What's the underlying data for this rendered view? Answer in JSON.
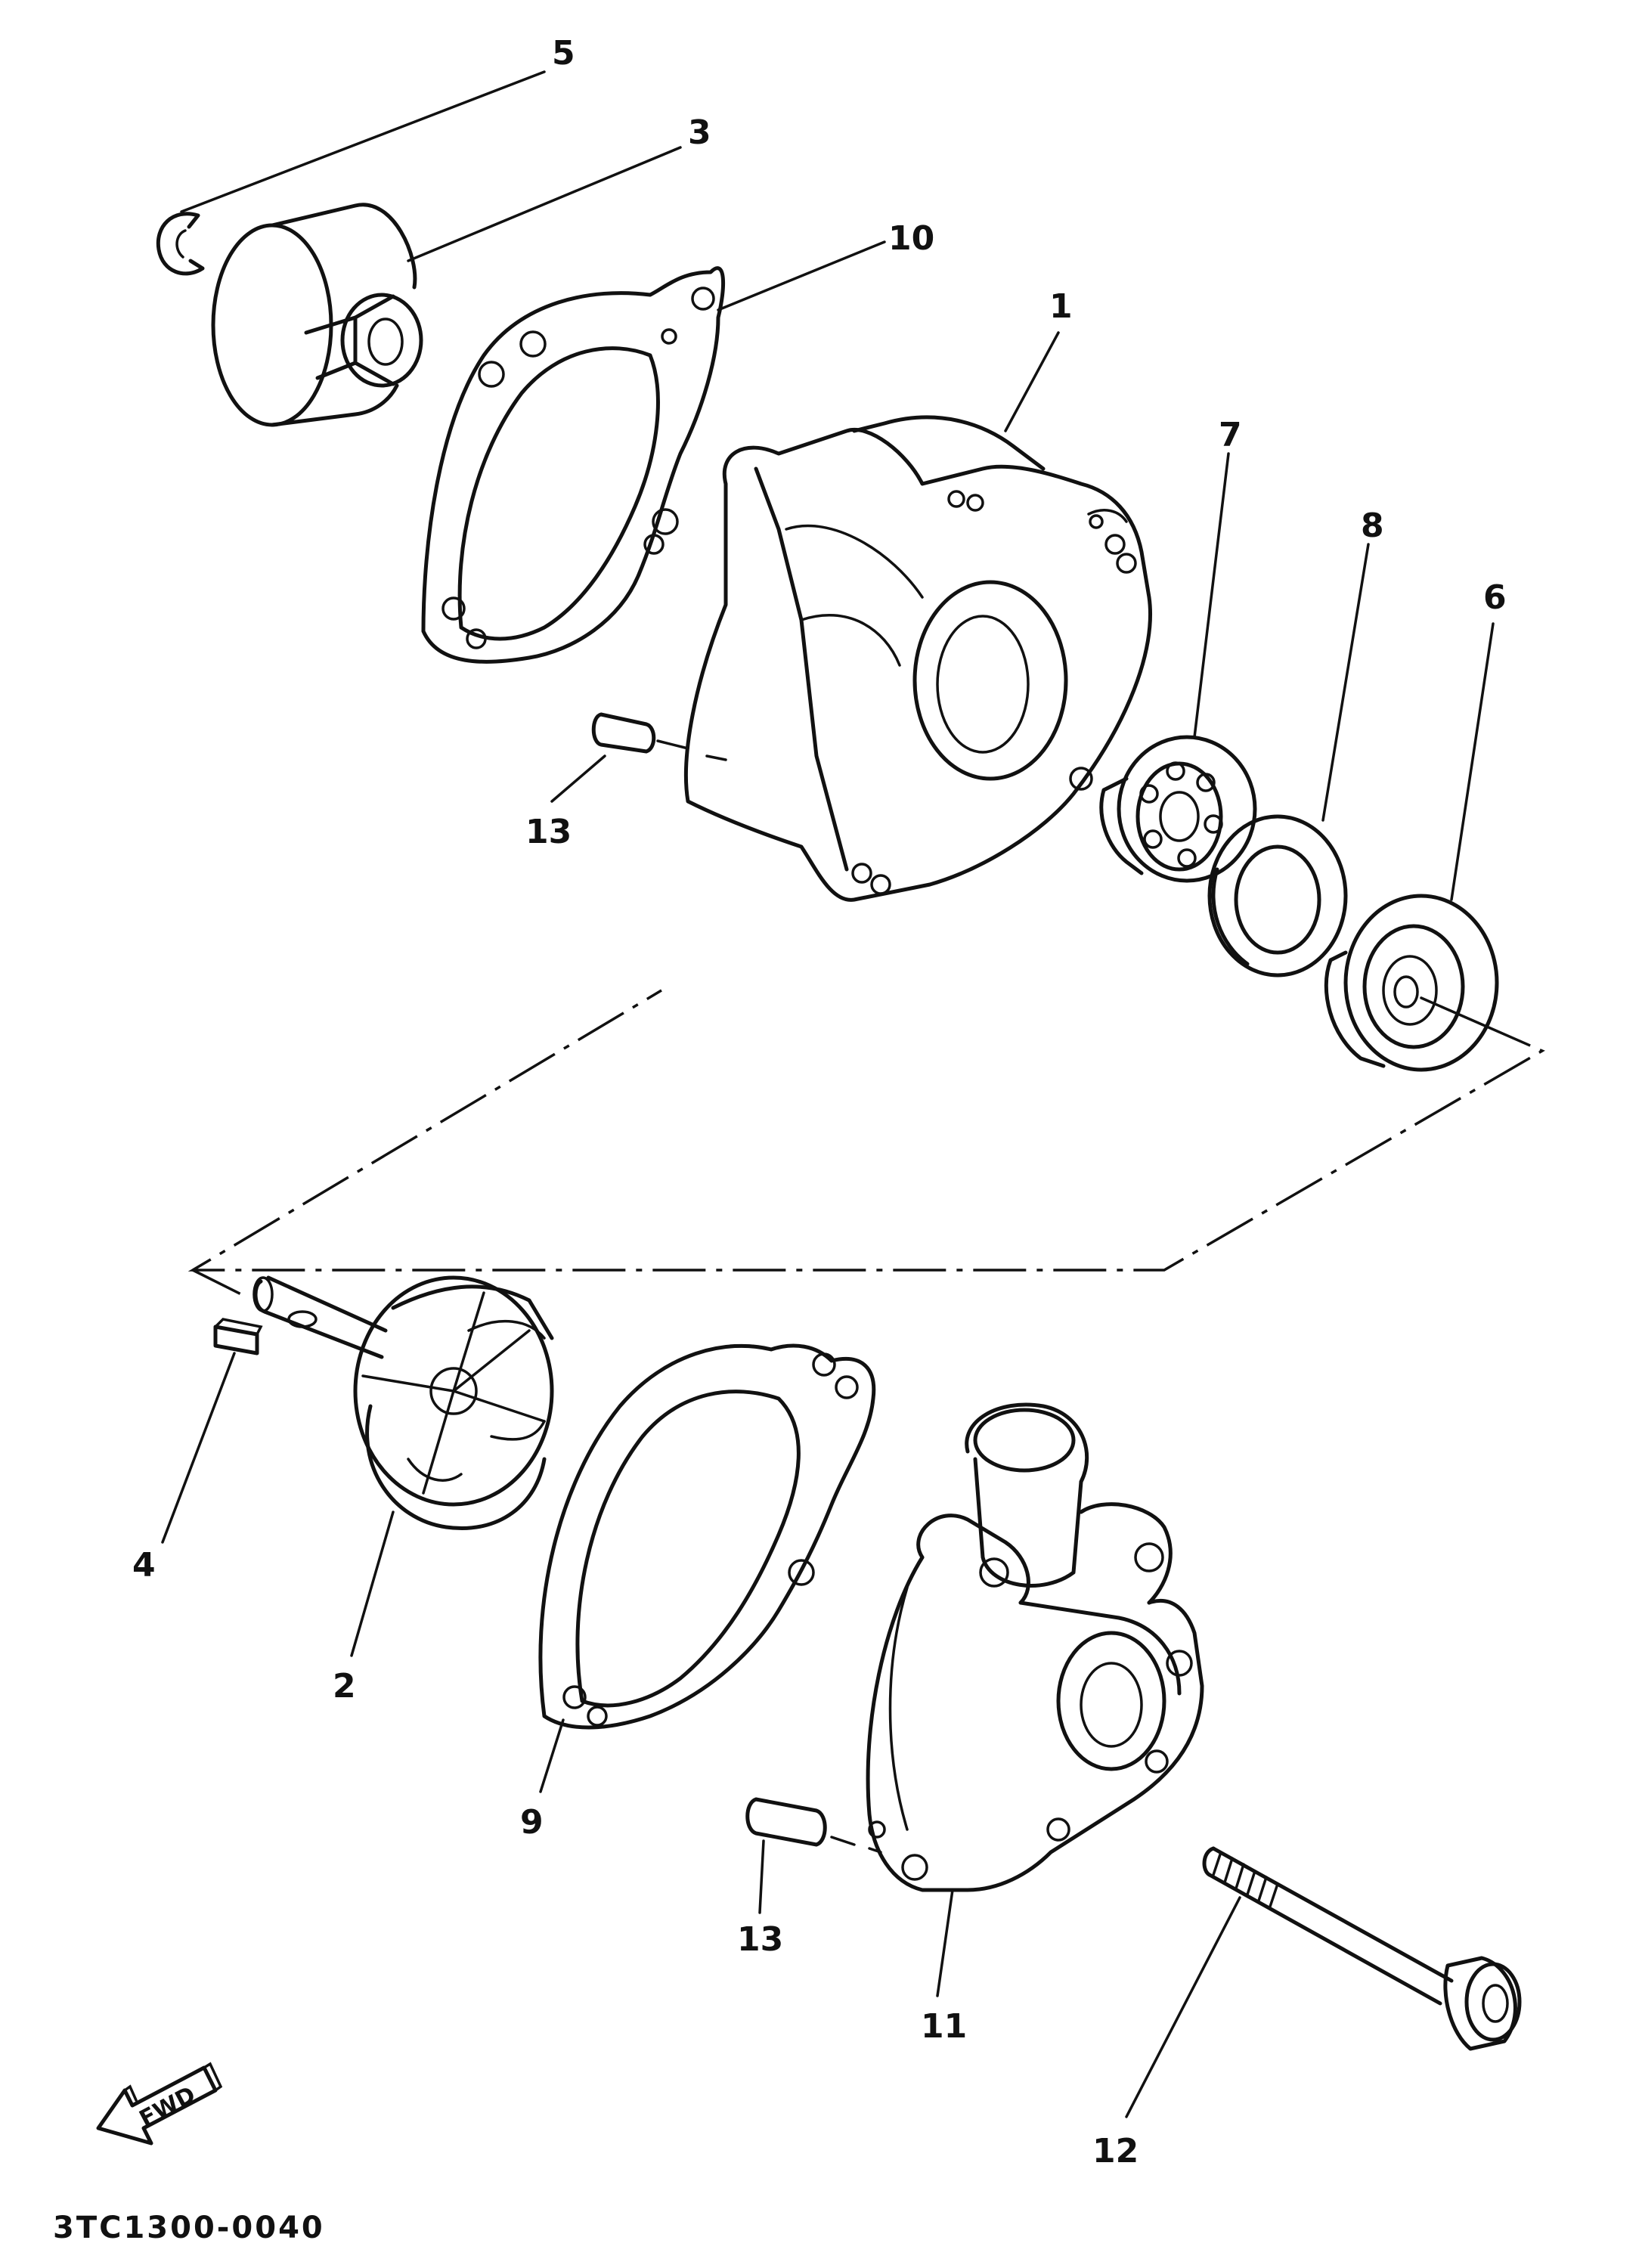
{
  "diagram": {
    "callouts": [
      "5",
      "3",
      "10",
      "1",
      "7",
      "8",
      "6",
      "13",
      "4",
      "2",
      "9",
      "13",
      "11",
      "12"
    ],
    "direction_label": "FWD",
    "drawing_code": "3TC1300-0040"
  }
}
